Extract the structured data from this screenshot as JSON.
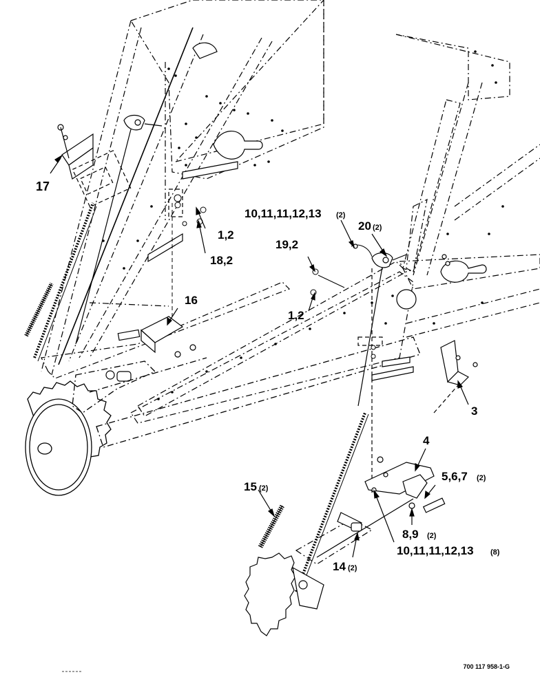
{
  "callouts": [
    {
      "id": "c17",
      "text": "17",
      "qty": ""
    },
    {
      "id": "c10a",
      "text": "10,11,11,12,13",
      "qty": "(2)"
    },
    {
      "id": "c20",
      "text": "20",
      "qty": "(2)"
    },
    {
      "id": "c1a",
      "text": "1,2",
      "qty": ""
    },
    {
      "id": "c19",
      "text": "19,2",
      "qty": ""
    },
    {
      "id": "c18",
      "text": "18,2",
      "qty": ""
    },
    {
      "id": "c16",
      "text": "16",
      "qty": ""
    },
    {
      "id": "c1b",
      "text": "1,2",
      "qty": ""
    },
    {
      "id": "c3",
      "text": "3",
      "qty": ""
    },
    {
      "id": "c4",
      "text": "4",
      "qty": ""
    },
    {
      "id": "c5",
      "text": "5,6,7",
      "qty": "(2)"
    },
    {
      "id": "c15",
      "text": "15",
      "qty": "(2)"
    },
    {
      "id": "c8",
      "text": "8,9",
      "qty": "(2)"
    },
    {
      "id": "c10b",
      "text": "10,11,11,12,13",
      "qty": "(8)"
    },
    {
      "id": "c14",
      "text": "14",
      "qty": "(2)"
    }
  ],
  "figure_id": "700 117 958-1-G"
}
